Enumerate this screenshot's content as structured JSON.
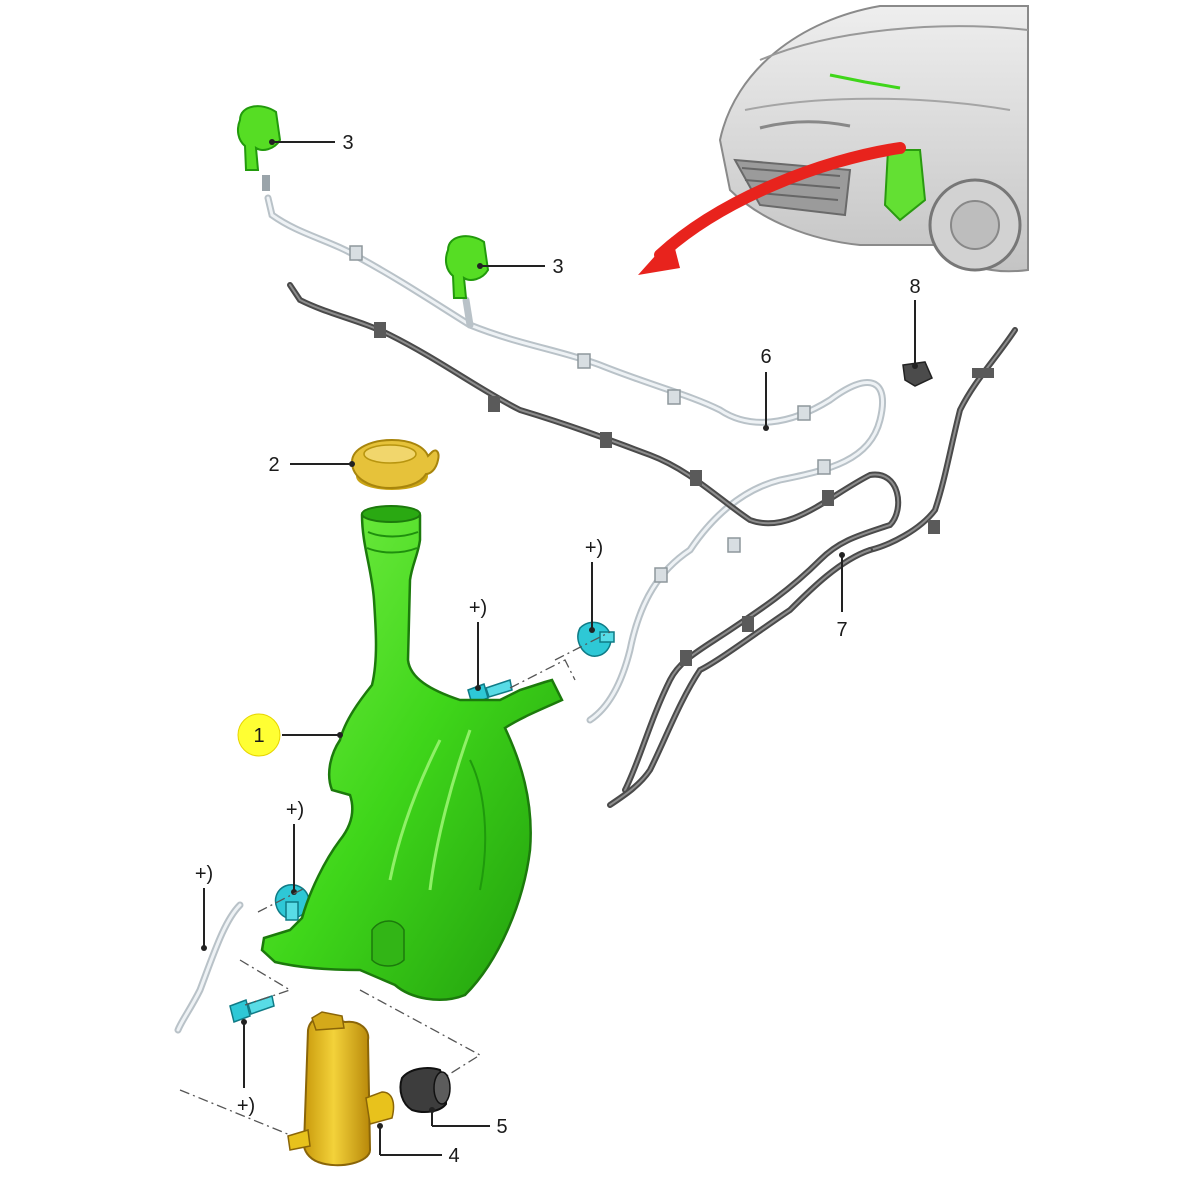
{
  "callouts": {
    "tank": "1",
    "cap": "2",
    "nozzle_left": "3",
    "nozzle_right": "3",
    "pump": "4",
    "grommet": "5",
    "hose": "6",
    "harness": "7",
    "sensor": "8"
  },
  "fastener_notes": {
    "upper_screw": "+)",
    "upper_right_clip": "+)",
    "left_clip": "+)",
    "lower_screw": "+)",
    "side_line": "+)"
  },
  "colors": {
    "tank_green": "#3fd61a",
    "pump_yellow": "#e8c21c",
    "fastener_cyan": "#2ec8d6",
    "arrow_red": "#e8231d",
    "highlight_yellow": "#ffff33"
  }
}
